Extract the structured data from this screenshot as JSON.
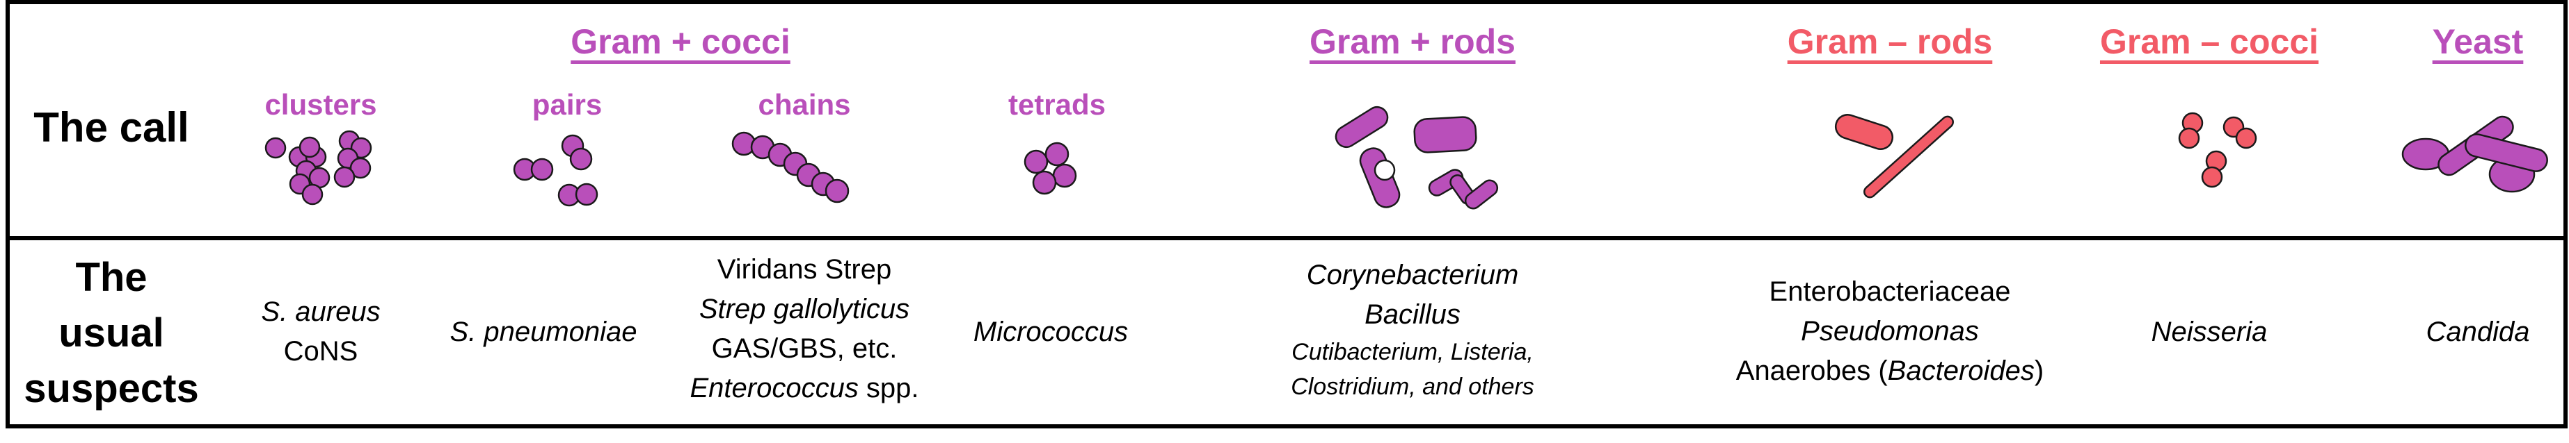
{
  "colors": {
    "gram_positive": "#B94FBA",
    "gram_negative": "#F25B67",
    "yeast": "#B94FBA",
    "border": "#000000",
    "text": "#000000"
  },
  "row_labels": {
    "call": "The call",
    "suspects_line1": "The",
    "suspects_line2": "usual",
    "suspects_line3": "suspects"
  },
  "groups": [
    {
      "id": "gram_pos_cocci",
      "label": "Gram + cocci",
      "color": "#B94FBA"
    },
    {
      "id": "gram_pos_rods",
      "label": "Gram + rods",
      "color": "#B94FBA"
    },
    {
      "id": "gram_neg_rods",
      "label": "Gram – rods",
      "color": "#F25B67"
    },
    {
      "id": "gram_neg_cocci",
      "label": "Gram – cocci",
      "color": "#F25B67"
    },
    {
      "id": "yeast",
      "label": "Yeast",
      "color": "#B94FBA"
    }
  ],
  "cocci_arrangements": [
    {
      "id": "clusters",
      "label": "clusters"
    },
    {
      "id": "pairs",
      "label": "pairs"
    },
    {
      "id": "chains",
      "label": "chains"
    },
    {
      "id": "tetrads",
      "label": "tetrads"
    }
  ],
  "suspects": {
    "clusters": {
      "line1": "S. aureus",
      "line2": "CoNS"
    },
    "pairs": {
      "line1": "S. pneumoniae"
    },
    "chains": {
      "line1": "Viridans Strep",
      "line2": "Strep gallolyticus",
      "line3": "GAS/GBS, etc.",
      "line4_italic": "Enterococcus",
      "line4_plain": " spp."
    },
    "tetrads": {
      "line1": "Micrococcus"
    },
    "gram_pos_rods": {
      "line1": "Corynebacterium",
      "line2": "Bacillus",
      "line3": "Cutibacterium, Listeria,",
      "line4": "Clostridium, and others"
    },
    "gram_neg_rods": {
      "line1": "Enterobacteriaceae",
      "line2": "Pseudomonas",
      "line3_plain": "Anaerobes (",
      "line3_italic": "Bacteroides",
      "line3_close": ")"
    },
    "gram_neg_cocci": {
      "line1": "Neisseria"
    },
    "yeast": {
      "line1": "Candida"
    }
  }
}
